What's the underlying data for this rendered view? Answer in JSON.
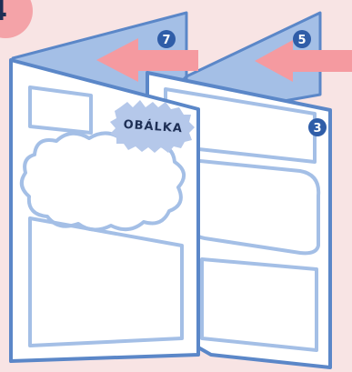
{
  "step_number": "4",
  "pages": {
    "inner_page_number": "7",
    "back_page_number": "5",
    "right_page_number": "3"
  },
  "badge": {
    "label": "OBÁLKA"
  },
  "colors": {
    "background": "#f8e4e4",
    "step_badge": "#f4a3a8",
    "outline": "#5b87c8",
    "panel_fill": "#a4bfe6",
    "page_fill": "#ffffff",
    "arrow": "#f59aa0",
    "number_circle": "#2f5da8",
    "badge_fill": "#b5c8ea",
    "badge_text": "#1e2f55"
  }
}
